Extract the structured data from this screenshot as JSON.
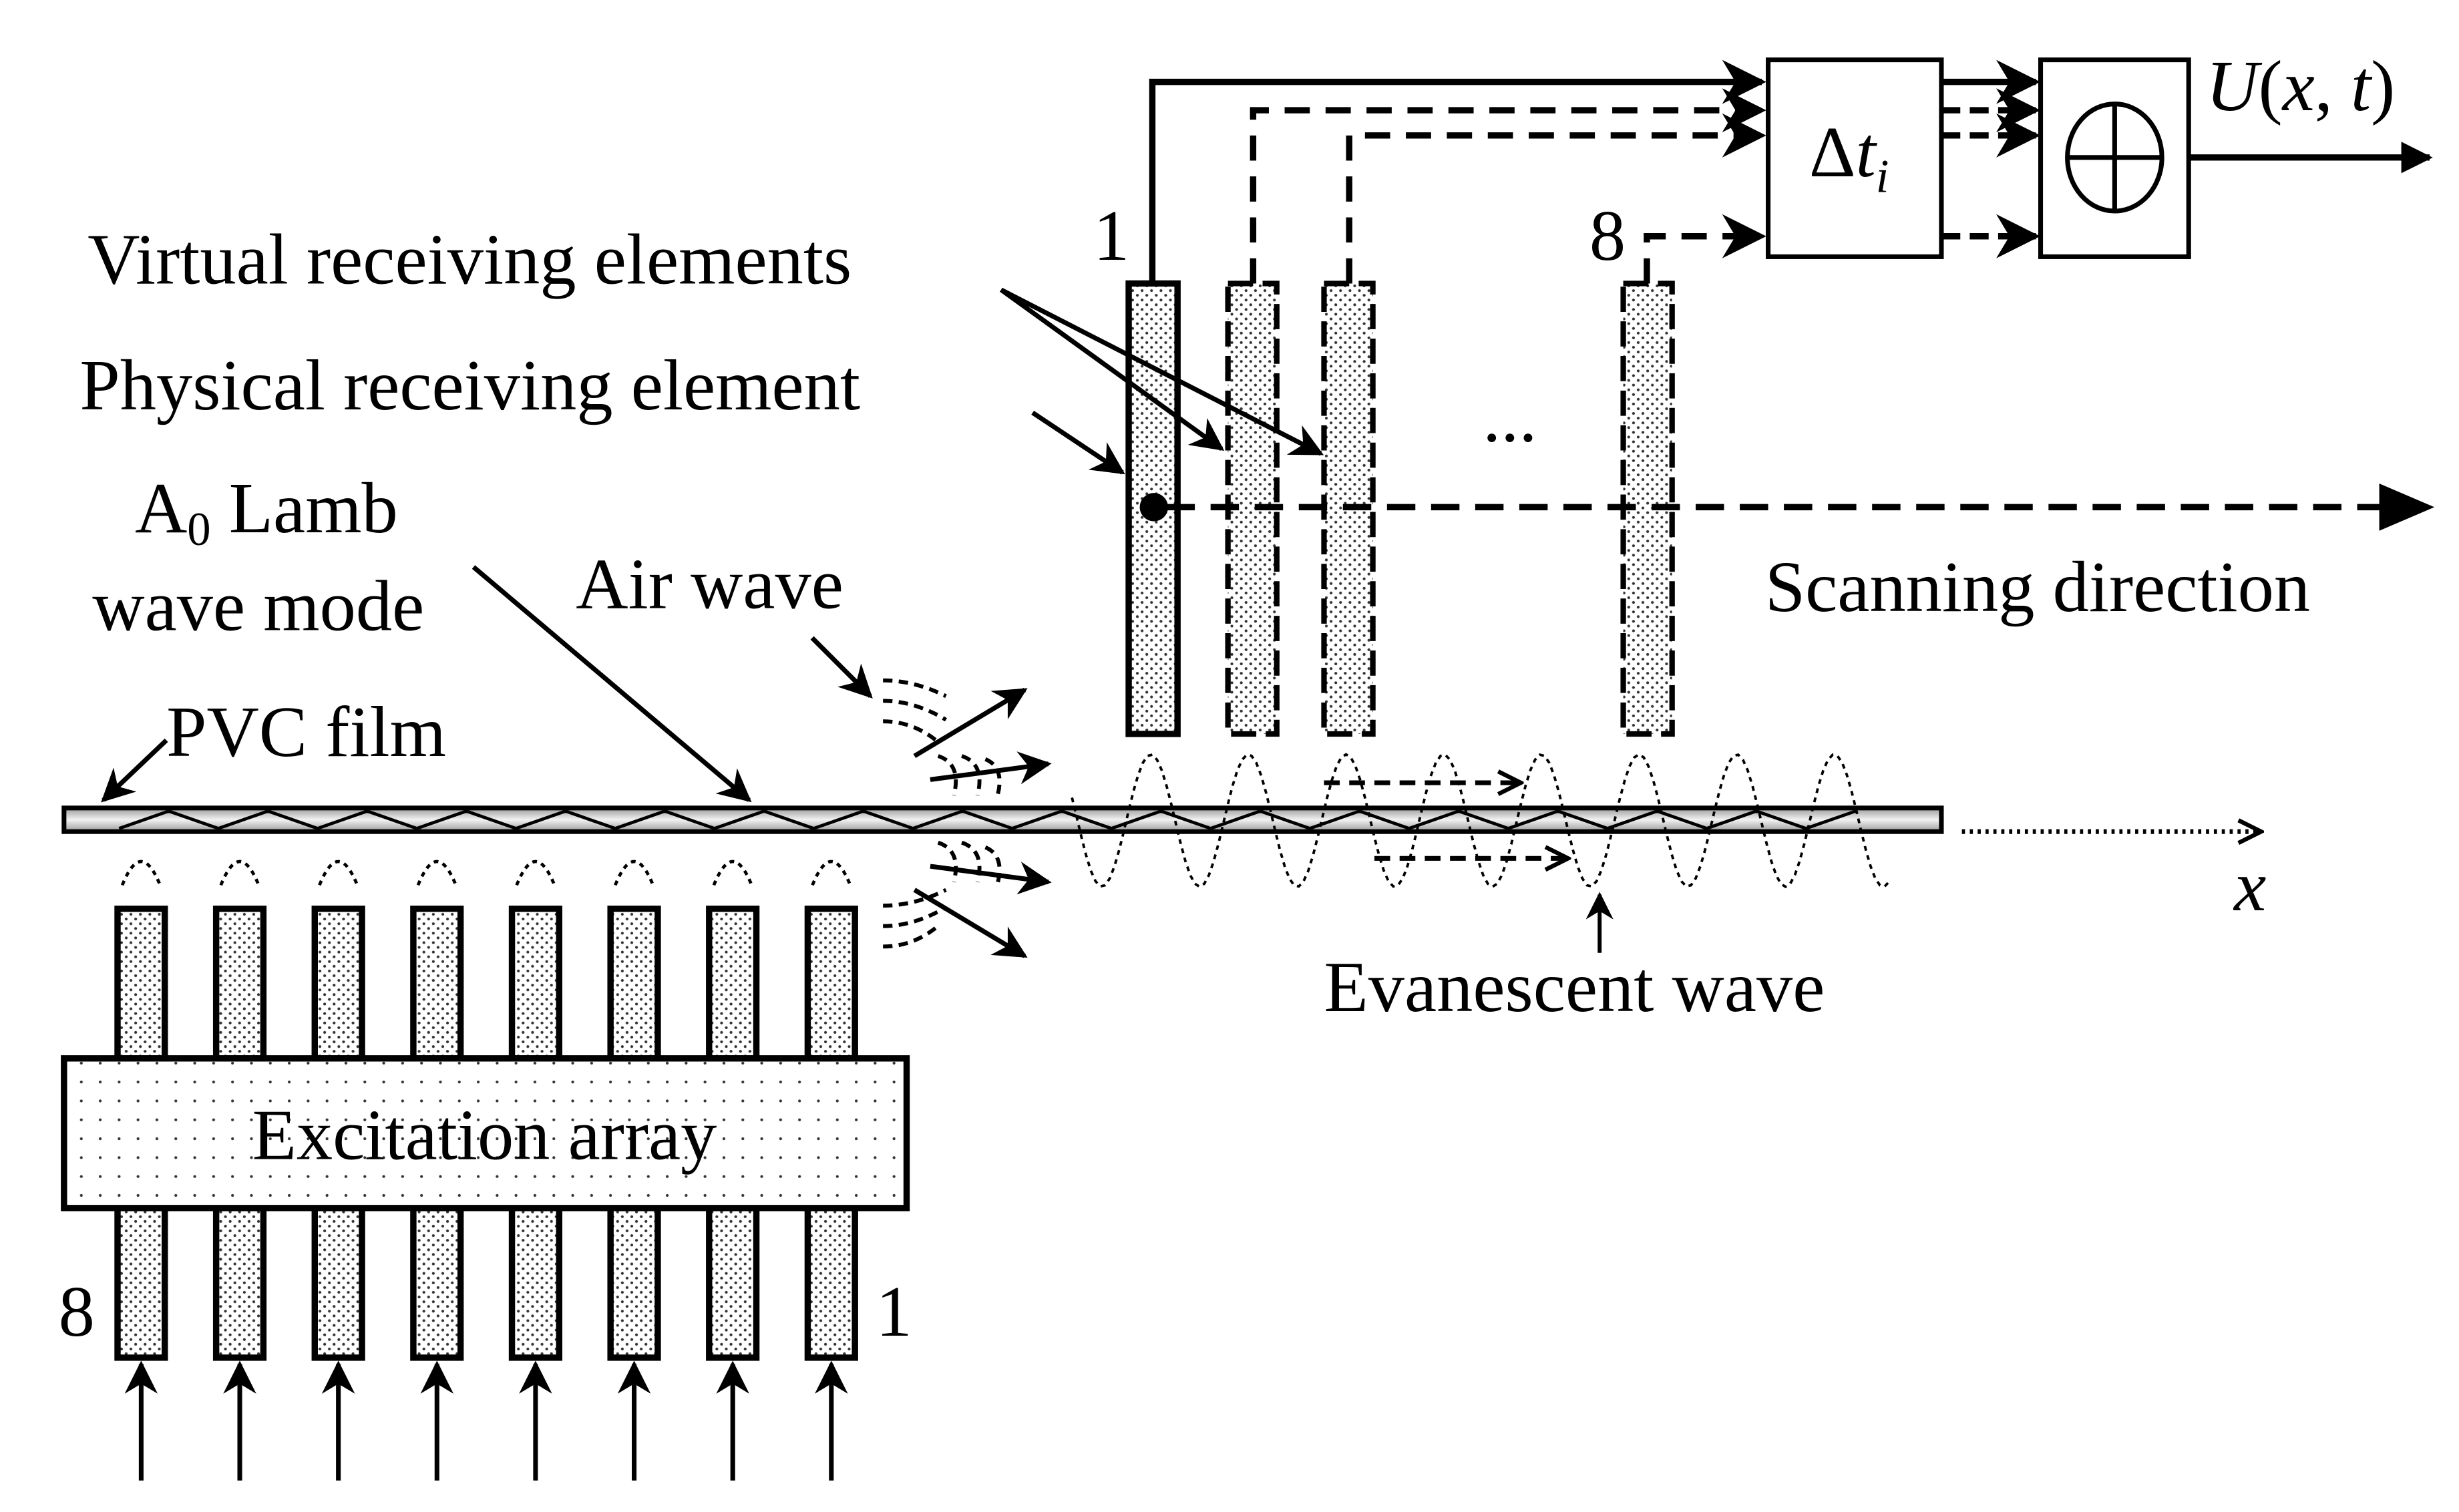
{
  "labels": {
    "virtual_receiving": "Virtual receiving elements",
    "physical_receiving": "Physical receiving element",
    "a0_lamb_line1": "A",
    "a0_lamb_sub": "0",
    "a0_lamb_line1_rest": " Lamb",
    "a0_lamb_line2": "wave mode",
    "air_wave": "Air wave",
    "pvc_film": "PVC film",
    "excitation_array": "Excitation array",
    "evanescent_wave": "Evanescent wave",
    "scanning_direction": "Scanning direction",
    "x_axis": "x",
    "ellipsis": "...",
    "receiver_first_index": "1",
    "receiver_last_index": "8",
    "excitation_left_index": "8",
    "excitation_right_index": "1",
    "delay_block_delta": "Δ",
    "delay_block_t": "t",
    "delay_block_sub": "i",
    "output_U": "U",
    "output_open": "(",
    "output_x": "x",
    "output_comma": ", ",
    "output_t": "t",
    "output_close": ")"
  },
  "excitation_element_count": 8,
  "virtual_receiver_count": 3
}
